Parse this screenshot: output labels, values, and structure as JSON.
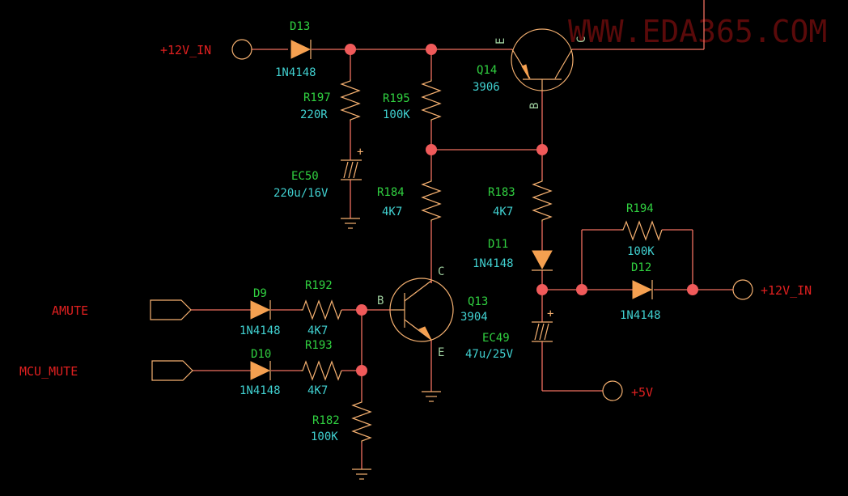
{
  "watermark": "WWW.EDA365.COM",
  "nets": {
    "vin_left": "+12V_IN",
    "vin_right": "+12V_IN",
    "amute": "AMUTE",
    "mcu_mute": "MCU_MUTE",
    "v5": "+5V"
  },
  "components": {
    "D13": {
      "ref": "D13",
      "value": "1N4148"
    },
    "R197": {
      "ref": "R197",
      "value": "220R"
    },
    "EC50": {
      "ref": "EC50",
      "value": "220u/16V"
    },
    "R195": {
      "ref": "R195",
      "value": "100K"
    },
    "R184": {
      "ref": "R184",
      "value": "4K7"
    },
    "Q14": {
      "ref": "Q14",
      "value": "3906",
      "pins": {
        "E": "E",
        "C": "C",
        "B": "B"
      }
    },
    "R183": {
      "ref": "R183",
      "value": "4K7"
    },
    "D11": {
      "ref": "D11",
      "value": "1N4148"
    },
    "R194": {
      "ref": "R194",
      "value": "100K"
    },
    "D12": {
      "ref": "D12",
      "value": "1N4148"
    },
    "Q13": {
      "ref": "Q13",
      "value": "3904",
      "pins": {
        "B": "B",
        "C": "C",
        "E": "E"
      }
    },
    "EC49": {
      "ref": "EC49",
      "value": "47u/25V"
    },
    "D9": {
      "ref": "D9",
      "value": "1N4148"
    },
    "R192": {
      "ref": "R192",
      "value": "4K7"
    },
    "D10": {
      "ref": "D10",
      "value": "1N4148"
    },
    "R193": {
      "ref": "R193",
      "value": "4K7"
    },
    "R182": {
      "ref": "R182",
      "value": "100K"
    }
  },
  "polarity_mark": "+"
}
